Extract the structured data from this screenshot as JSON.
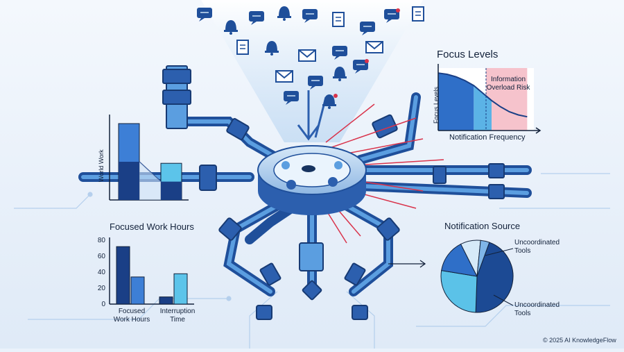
{
  "texts": {
    "focus_title": "Focus Levels",
    "focus_ylabel": "Focus Levels",
    "focus_xlabel": "Notification Frequency",
    "risk_label": "Information Overload Risk",
    "deep_work_ylabel": "World Work",
    "focused_hours_title": "Focused Work Hours",
    "source_title": "Notification Source",
    "source_label_top": "Uncoordinated Tools",
    "source_label_bottom": "Uncoordinated Tools",
    "copyright": "© 2025 AI KnowledgeFlow"
  },
  "chart_data": [
    {
      "type": "bar",
      "title": "Focused Work Hours",
      "categories": [
        "Focused Work Hours",
        "Interruption Time"
      ],
      "series": [
        {
          "values": [
            72,
            9
          ]
        },
        {
          "values": [
            34,
            38
          ]
        }
      ],
      "ylim": [
        0,
        80
      ],
      "yticks": [
        "0",
        "20",
        "40",
        "60",
        "80"
      ],
      "colors": [
        "#1a3f86",
        "#3d7fd6",
        "#5cc4ea"
      ]
    },
    {
      "type": "pie",
      "title": "Notification Source",
      "values": [
        45,
        27,
        15,
        9,
        4
      ],
      "colors": [
        "#1c4a94",
        "#5bc2e8",
        "#2f6fc8",
        "#d6eaf8",
        "#7fb6e8"
      ],
      "labels": [
        "Uncoordinated Tools",
        "Uncoordinated Tools"
      ]
    },
    {
      "type": "area",
      "title": "Focus Levels",
      "xlabel": "Notification Frequency",
      "ylabel": "Focus Levels",
      "y": [
        0.92,
        0.9,
        0.86,
        0.8,
        0.72,
        0.6,
        0.48,
        0.38,
        0.3,
        0.25,
        0.22
      ],
      "annotation": "Information Overload Risk",
      "colors": [
        "#2f6fc8",
        "#5bb3e6",
        "#f5b9c3"
      ]
    },
    {
      "type": "bar",
      "ylabel": "World Work",
      "categories": [
        "",
        ""
      ],
      "values": [
        1.0,
        0.48
      ],
      "colors": [
        "#1a3f86",
        "#3d7fd6",
        "#5cc4ea"
      ]
    }
  ]
}
